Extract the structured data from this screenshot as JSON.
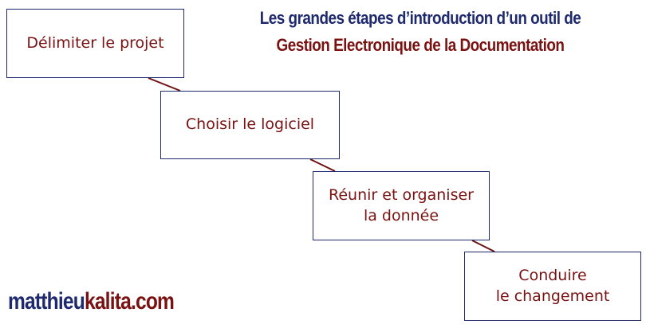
{
  "title": {
    "line1": "Les grandes étapes d’introduction d’un outil de",
    "line2": "Gestion Electronique de la Documentation"
  },
  "steps": [
    {
      "label": "Délimiter le projet"
    },
    {
      "label": "Choisir le logiciel"
    },
    {
      "label": "Réunir et organiser\nla donnée"
    },
    {
      "label": "Conduire\nle changement"
    }
  ],
  "brand": {
    "part1": "matthieu",
    "part2": "kalita.com"
  },
  "colors": {
    "navy": "#1f2a6e",
    "maroon": "#7a1212",
    "connector": "#6e1010"
  }
}
